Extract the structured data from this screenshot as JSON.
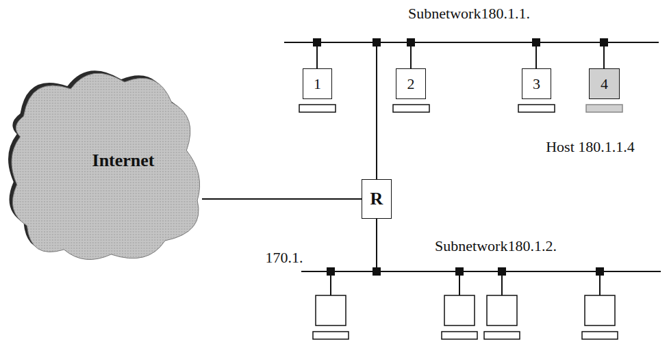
{
  "diagram": {
    "nodes": [
      {
        "text": [
          "Internet"
        ]
      },
      {
        "text": [
          "R"
        ]
      },
      {
        "text": [
          "1"
        ]
      },
      {
        "text": [
          "2"
        ]
      },
      {
        "text": [
          "3"
        ]
      },
      {
        "text": [
          "4"
        ]
      }
    ],
    "edges": [
      {
        "from": 0,
        "to": 1,
        "arrow": "none",
        "label": "170.1."
      }
    ],
    "labels": [
      "Subnetwork180.1.1.",
      "Host 180.1.1.4",
      "Subnetwork180.1.2."
    ]
  }
}
